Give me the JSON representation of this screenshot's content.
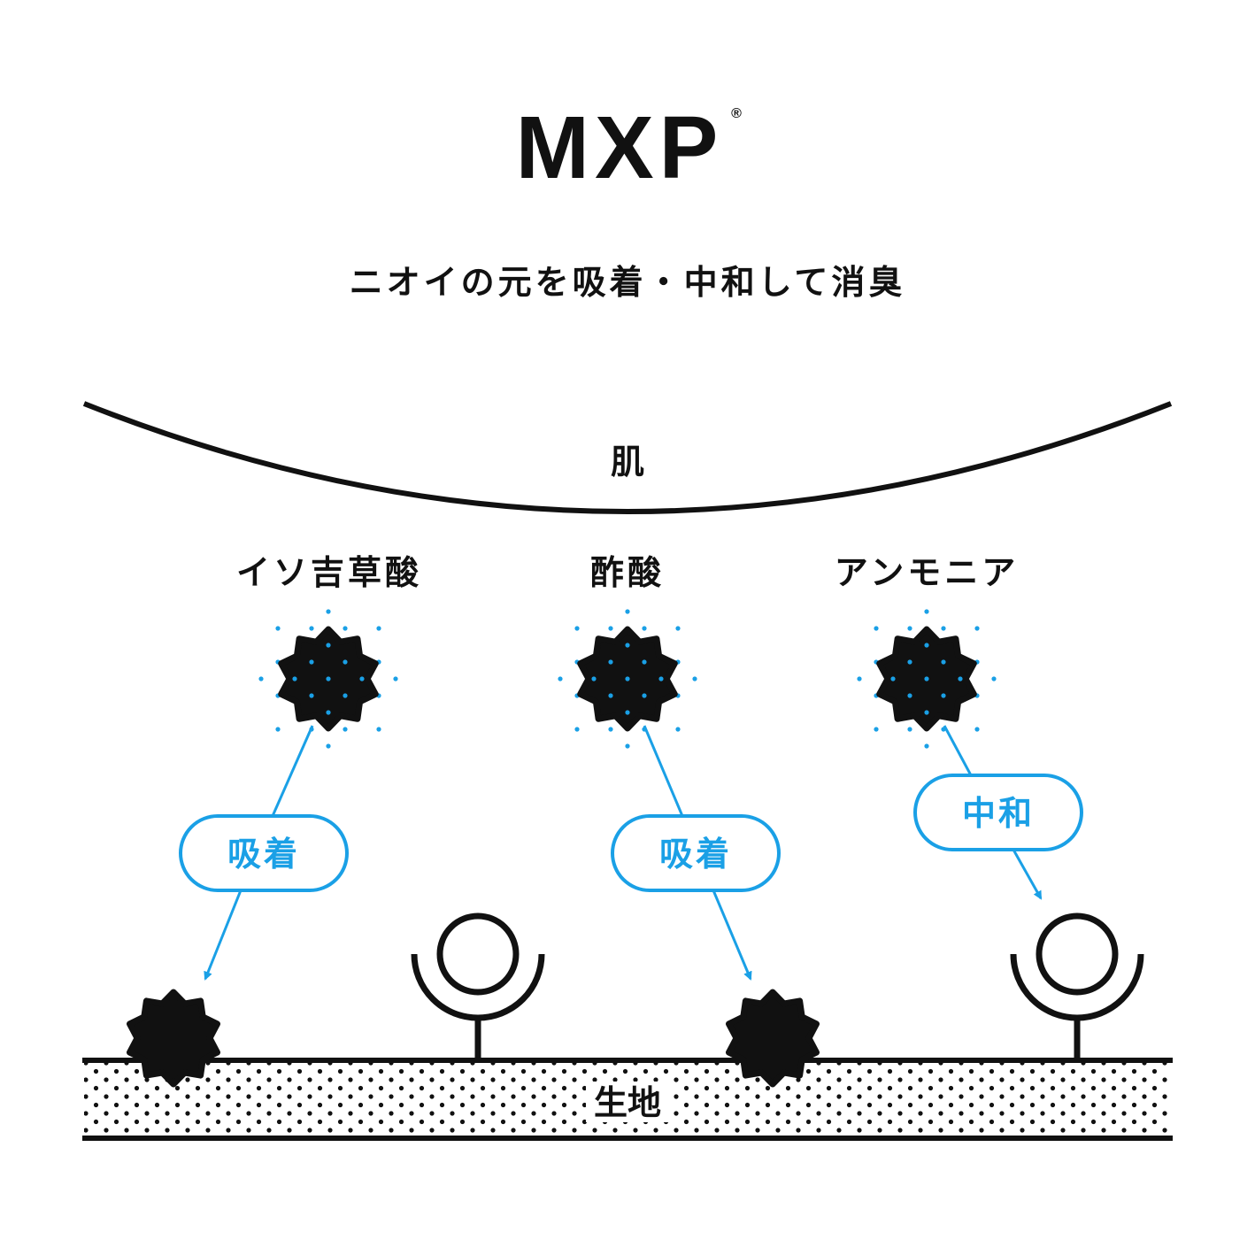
{
  "brand": {
    "name": "MXP",
    "mark": "®"
  },
  "headline": "ニオイの元を吸着・中和して消臭",
  "layers": {
    "skin": "肌",
    "fabric": "生地"
  },
  "substances": [
    {
      "name": "イソ吉草酸",
      "action": "吸着"
    },
    {
      "name": "酢酸",
      "action": "吸着"
    },
    {
      "name": "アンモニア",
      "action": "中和"
    }
  ],
  "colors": {
    "accent": "#1aa0e6",
    "ink": "#111111",
    "background": "#ffffff"
  },
  "icons": [
    "odor-molecule-icon",
    "adsorbed-molecule-icon",
    "neutralizer-receptor-icon"
  ]
}
